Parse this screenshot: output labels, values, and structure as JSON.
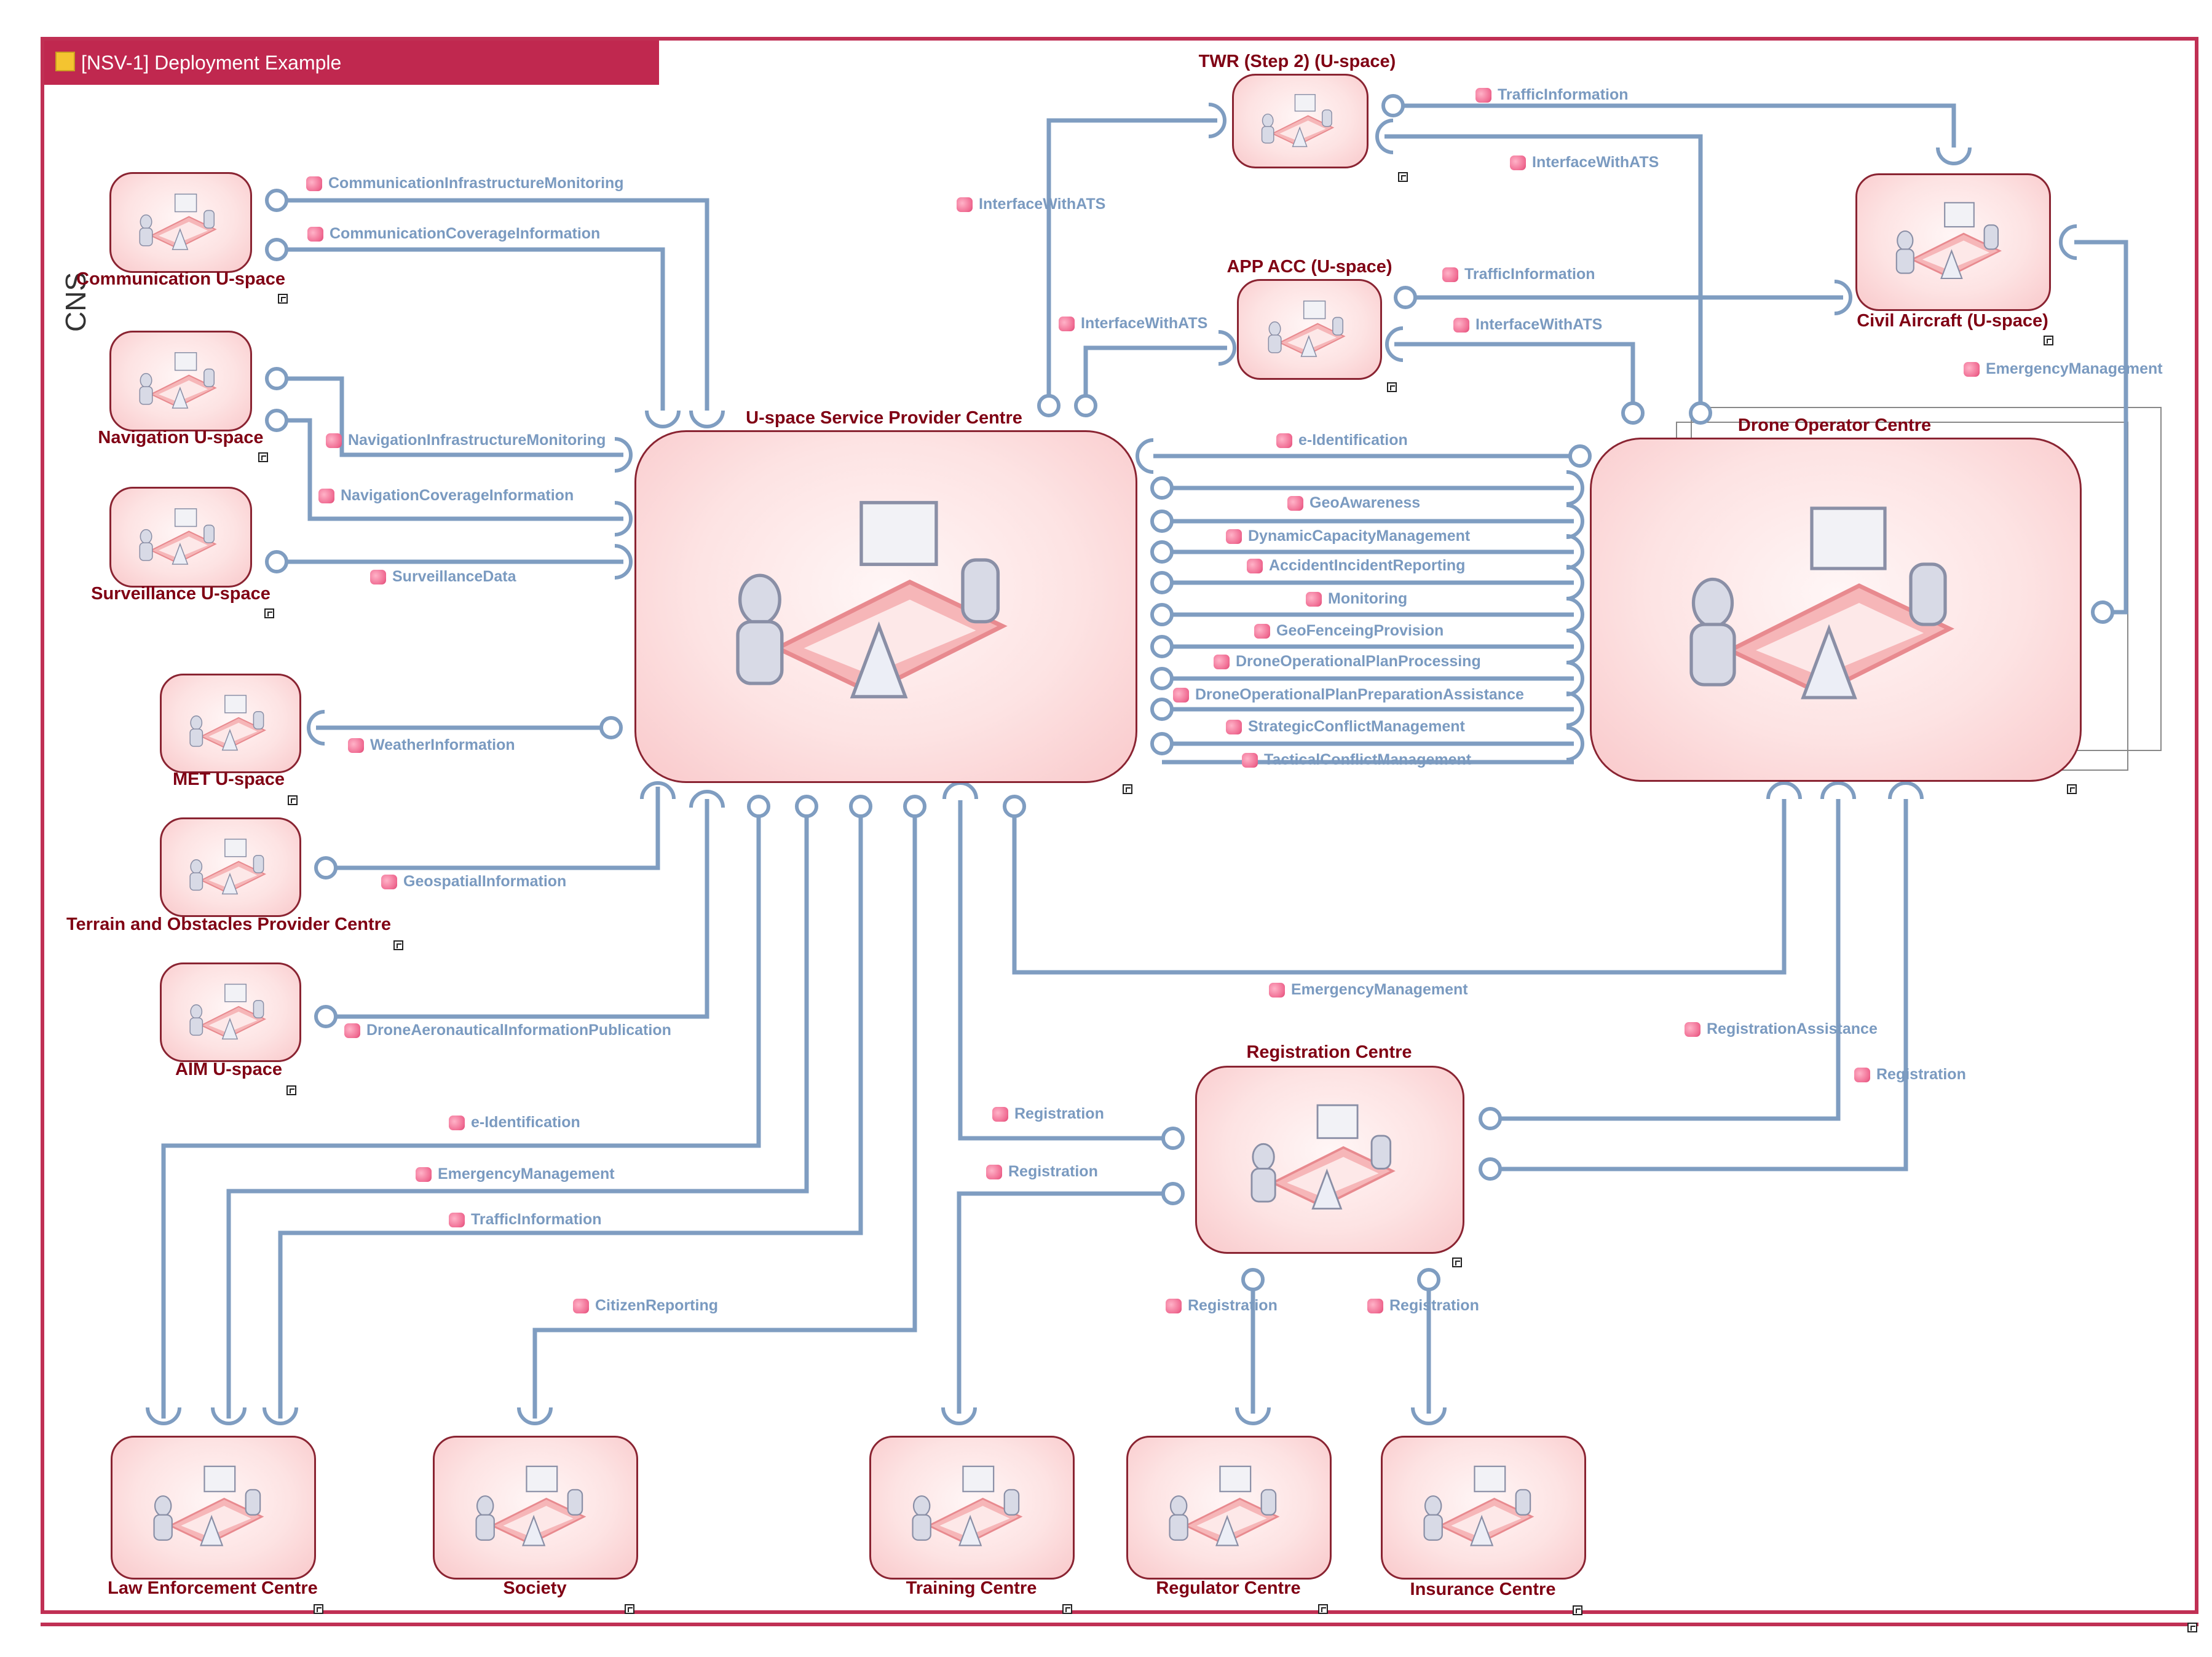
{
  "diagram": {
    "title": "[NSV-1] Deployment Example",
    "cns_label": "CNS",
    "colors": {
      "frame": "#c03054",
      "node_border": "#8a2432",
      "node_label": "#800014",
      "connector": "#7f9dc1",
      "connector_label": "#7a9ac0"
    }
  },
  "nodes": {
    "communication": "Communication U-space",
    "navigation": "Navigation U-space",
    "surveillance": "Surveillance U-space",
    "met": "MET U-space",
    "terrain": "Terrain and Obstacles Provider Centre",
    "aim": "AIM U-space",
    "usp": "U-space Service Provider Centre",
    "twr": "TWR (Step 2) (U-space)",
    "app": "APP ACC (U-space)",
    "civil": "Civil Aircraft (U-space)",
    "doc": "Drone Operator Centre",
    "reg": "Registration Centre",
    "law": "Law Enforcement Centre",
    "society": "Society",
    "training": "Training Centre",
    "regulator": "Regulator Centre",
    "insurance": "Insurance Centre"
  },
  "connectors": {
    "c1": "CommunicationInfrastructureMonitoring",
    "c2": "CommunicationCoverageInformation",
    "c3": "NavigationInfrastructureMonitoring",
    "c4": "NavigationCoverageInformation",
    "c5": "SurveillanceData",
    "c6": "WeatherInformation",
    "c7": "GeospatialInformation",
    "c8": "DroneAeronauticalInformationPublication",
    "c9": "InterfaceWithATS",
    "c10": "InterfaceWithATS",
    "c11": "TrafficInformation",
    "c12": "InterfaceWithATS",
    "c13": "TrafficInformation",
    "c14": "InterfaceWithATS",
    "c15": "EmergencyManagement",
    "s1": "e-Identification",
    "s2": "GeoAwareness",
    "s3": "DynamicCapacityManagement",
    "s4": "AccidentIncidentReporting",
    "s5": "Monitoring",
    "s6": "GeoFenceingProvision",
    "s7": "DroneOperationalPlanProcessing",
    "s8": "DroneOperationalPlanPreparationAssistance",
    "s9": "StrategicConflictManagement",
    "s10": "TacticalConflictManagement",
    "c16": "EmergencyManagement",
    "c17": "RegistrationAssistance",
    "c18": "Registration",
    "c19": "e-Identification",
    "c20": "EmergencyManagement",
    "c21": "TrafficInformation",
    "c22": "Registration",
    "c23": "Registration",
    "c24": "CitizenReporting",
    "c25": "Registration",
    "c26": "Registration"
  }
}
